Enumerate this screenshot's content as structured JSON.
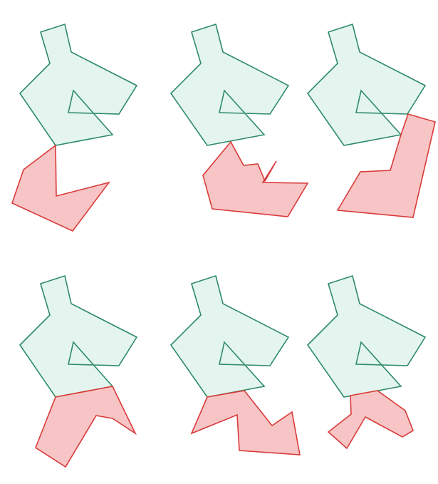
{
  "colors": {
    "background": "#ffffff",
    "base_fill": "#e4f5ef",
    "base_stroke": "#2e8b66",
    "attachment_fill": "#f7c5c5",
    "attachment_stroke": "#d93a3a"
  },
  "panels": [
    {
      "id": "panel-1",
      "base": "teal-polygon",
      "attachment": "red-polygon-1"
    },
    {
      "id": "panel-2",
      "base": "teal-polygon",
      "attachment": "red-polygon-2"
    },
    {
      "id": "panel-3",
      "base": "teal-polygon",
      "attachment": "red-polygon-3"
    },
    {
      "id": "panel-4",
      "base": "teal-polygon",
      "attachment": "red-polygon-4"
    },
    {
      "id": "panel-5",
      "base": "teal-polygon",
      "attachment": "red-polygon-5"
    },
    {
      "id": "panel-6",
      "base": "teal-polygon",
      "attachment": "red-polygon-6"
    }
  ]
}
